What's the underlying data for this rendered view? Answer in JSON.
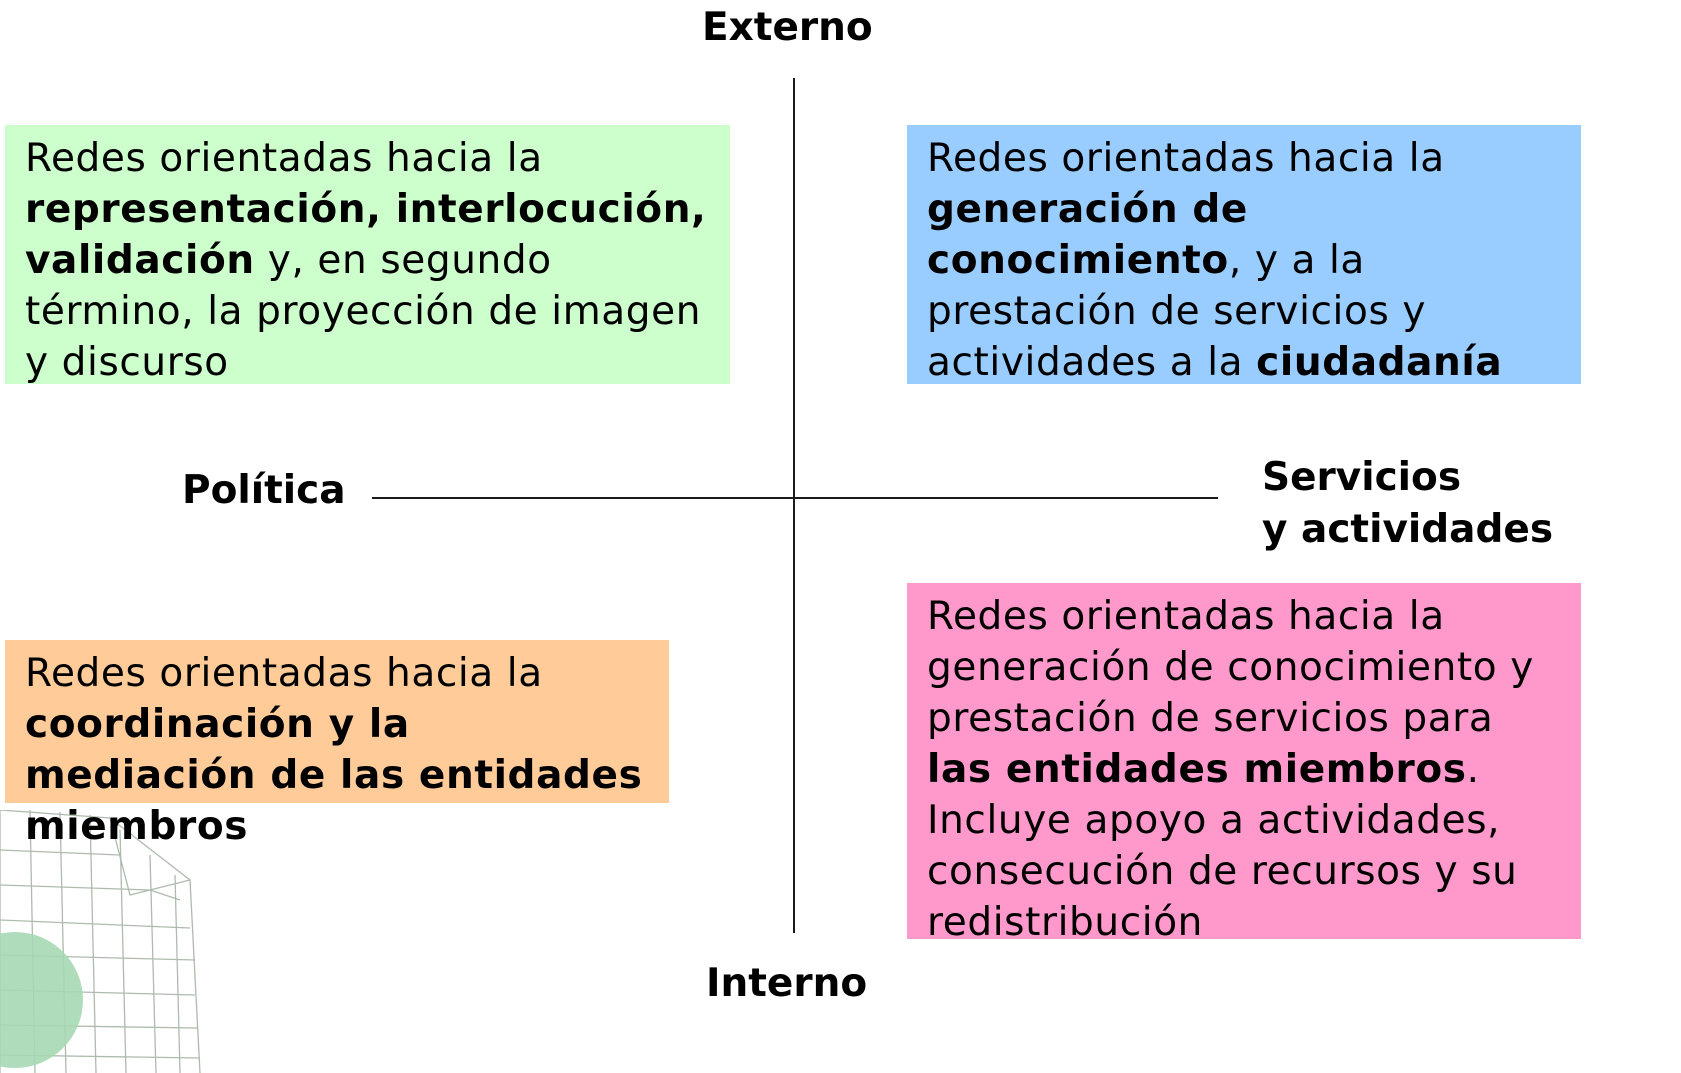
{
  "axes": {
    "top": "Externo",
    "bottom": "Interno",
    "left": "Política",
    "right_line1": "Servicios",
    "right_line2": "y actividades"
  },
  "quadrants": {
    "top_left": {
      "color": "#ccffcc",
      "t1": "Redes orientadas hacia la",
      "t2": "representación, interlocución, validación",
      "t3": " y, en segundo término, la proyección de imagen y discurso"
    },
    "top_right": {
      "color": "#99ccff",
      "t1": "Redes orientadas hacia la",
      "t2": "generación de conocimiento",
      "t3": ", y a la prestación de servicios y actividades a la ",
      "t4": "ciudadanía"
    },
    "bottom_left": {
      "color": "#ffcc99",
      "t1": "Redes orientadas hacia la",
      "t2": "coordinación y la mediación de las entidades miembros"
    },
    "bottom_right": {
      "color": "#ff99cc",
      "t1": "Redes orientadas hacia la generación de conocimiento y prestación de servicios para",
      "t2": "las entidades miembros",
      "t3": ". Incluye apoyo a actividades, consecución de recursos y su redistribución"
    }
  }
}
